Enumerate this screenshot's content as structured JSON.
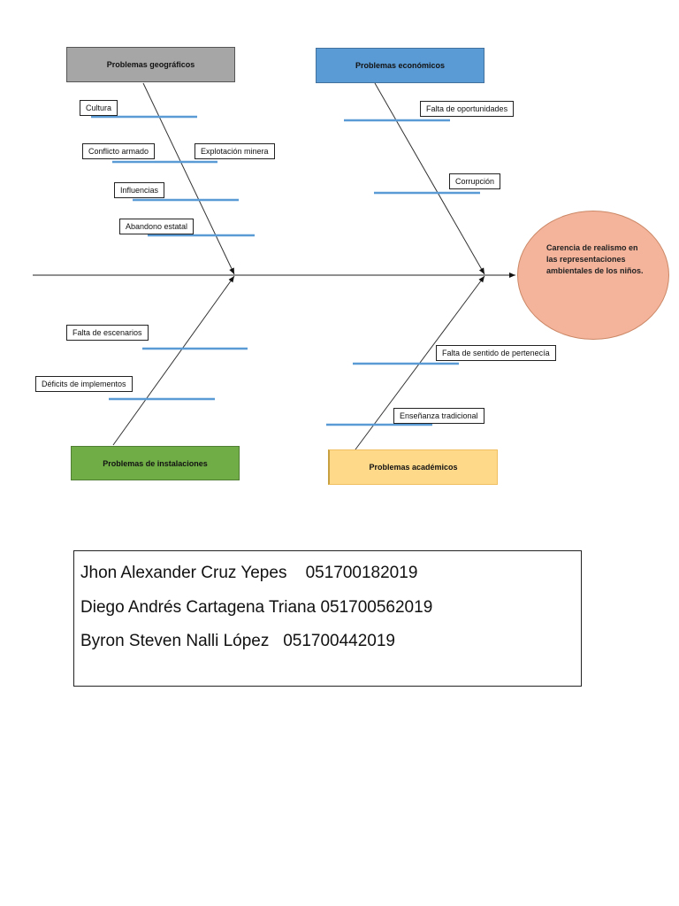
{
  "colors": {
    "geografico": "#a6a6a6",
    "economico": "#5b9bd5",
    "instalaciones": "#70ad47",
    "academico": "#ffd98a",
    "effect": "#f4b49c",
    "bar": "#5b9bd5"
  },
  "categories": {
    "geograficos": "Problemas geográficos",
    "economicos": "Problemas económicos",
    "instalaciones": "Problemas de instalaciones",
    "academicos": "Problemas académicos"
  },
  "causes": {
    "cultura": "Cultura",
    "conflicto": "Conflicto armado",
    "mineria": "Explotación minera",
    "influencias": "Influencias",
    "abandono": "Abandono estatal",
    "oportunidades": "Falta de oportunidades",
    "corrupcion": "Corrupción",
    "escenarios": "Falta de escenarios",
    "implementos": "Déficits de implementos",
    "pertenencia": "Falta de sentido de pertenecía",
    "ensenanza": "Enseñanza tradicional"
  },
  "effect": "Carencia de realismo en las representaciones ambientales de los niños.",
  "students": [
    {
      "name": "Jhon Alexander Cruz Yepes",
      "code": "051700182019"
    },
    {
      "name": "Diego Andrés Cartagena Triana",
      "code": "051700562019"
    },
    {
      "name": "Byron Steven Nalli López",
      "code": "051700442019"
    }
  ]
}
